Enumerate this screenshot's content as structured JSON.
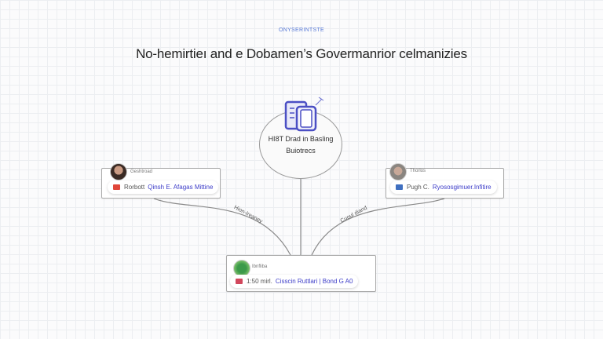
{
  "header": {
    "subtitle": "ONYSERINTSTE",
    "title": "No-hemirtieı and e Dobamen’s Govermanrior celmanizies"
  },
  "central": {
    "icon": "book-document-icon",
    "line1": "HI8T Drad in Basling",
    "line2": "Buiotrecs"
  },
  "left_node": {
    "role": "Geshtroad",
    "prefix": "Rorbott",
    "name": "Qinsh E. Afagas Mittine",
    "flag_color": "#e0463a",
    "edge_label": "Hion-Ireaney"
  },
  "right_node": {
    "role": "Thorlos",
    "prefix": "Pugh C.",
    "name": "Ryososgimuer.Infitire",
    "flag_color": "#3f6fc0",
    "edge_label": "Cuoul diand"
  },
  "bottom_node": {
    "role": "Ibnfliba",
    "prefix": "1:50 mirl.",
    "name": "Cisscin Ruttlari | Bond G A0",
    "flag_color": "#d1475c"
  },
  "colors": {
    "accent": "#3c3cc8",
    "icon": "#4b4fc4"
  }
}
